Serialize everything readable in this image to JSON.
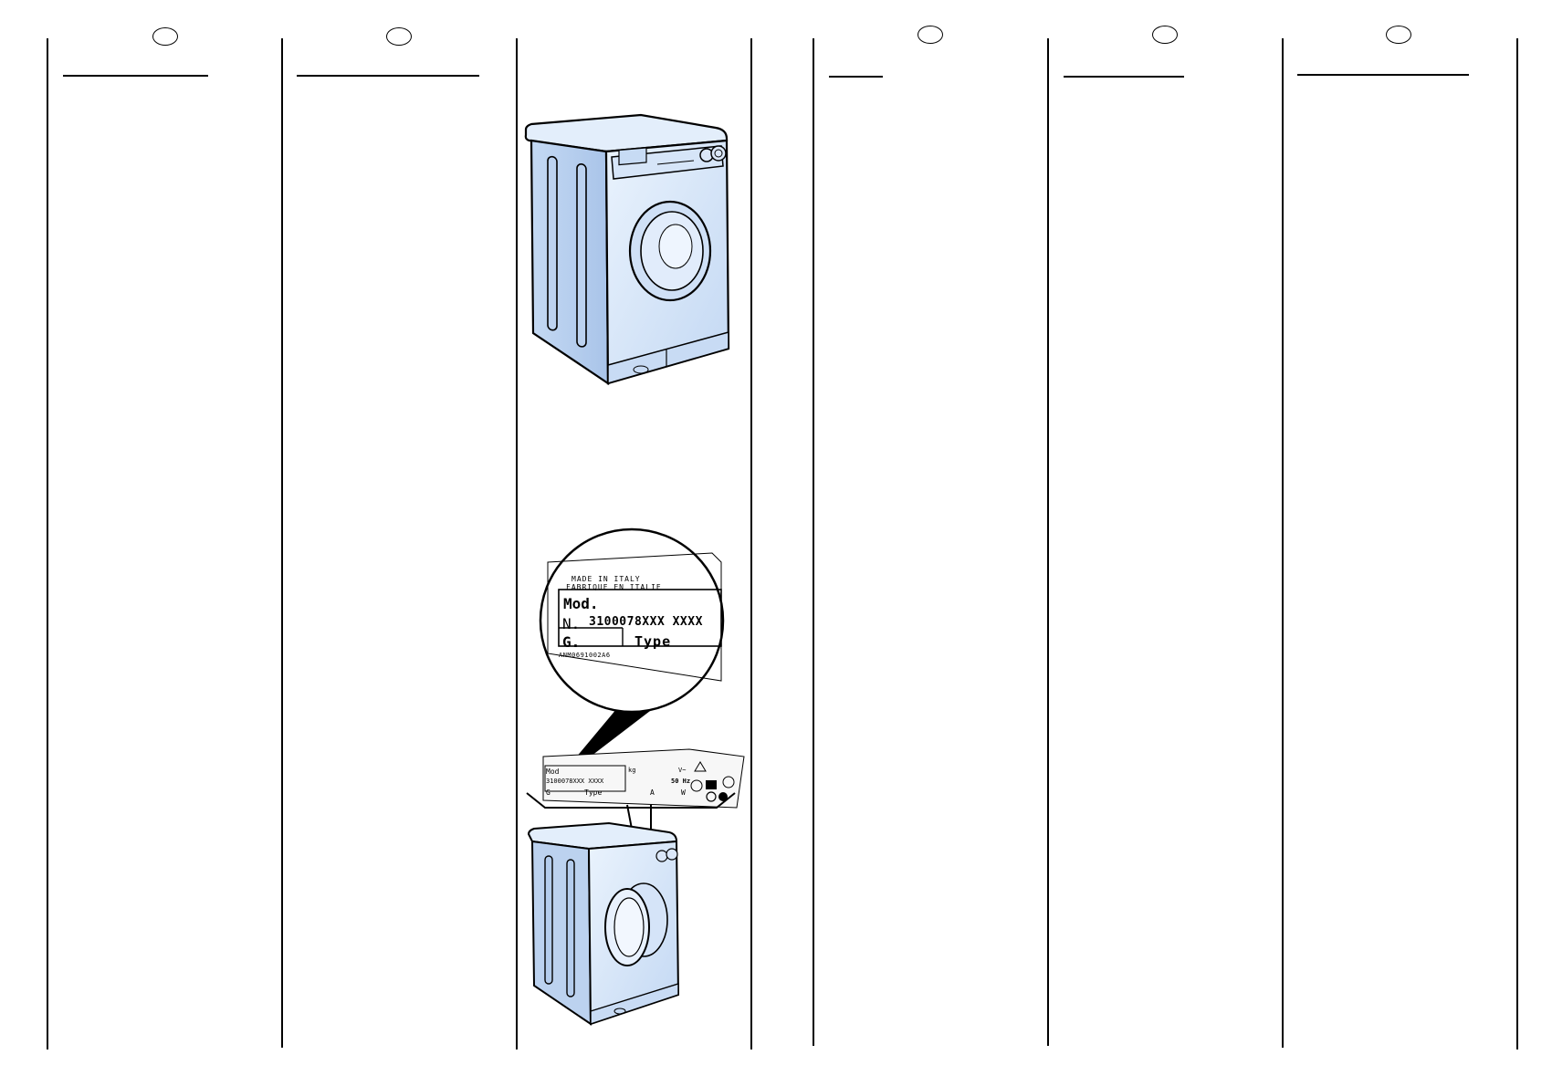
{
  "plate_zoom": {
    "line1": "MADE IN ITALY",
    "line2": "FABRIQUE EN ITALIE",
    "mod": "Mod.",
    "serial_prefix": "N.",
    "serial": "3100078XXX XXXX",
    "g": "G.",
    "type": "Type",
    "code": "ANM0691002A6"
  },
  "plate_small": {
    "mod": "Mod",
    "serial": "3100078XXX XXXX",
    "g": "G",
    "type": "Type",
    "kg": "kg",
    "hz": "50 Hz",
    "v": "V~",
    "a": "A",
    "w": "W"
  }
}
